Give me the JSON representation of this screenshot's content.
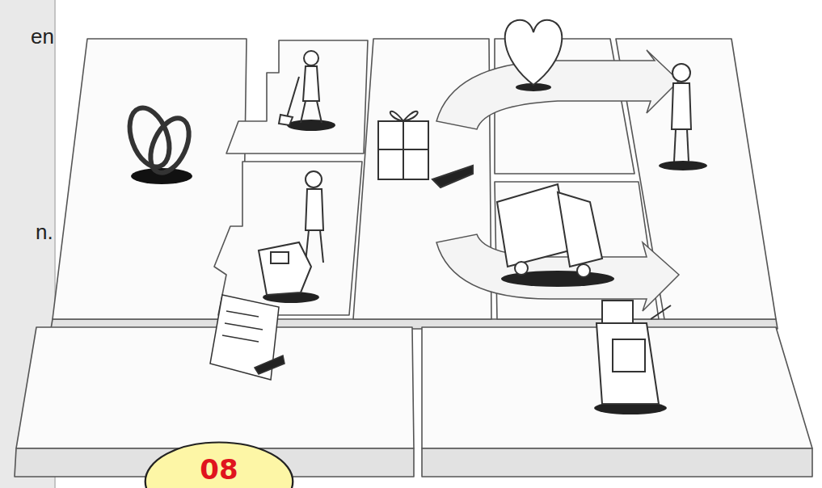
{
  "diagram": {
    "nodes": [
      {
        "text": [
          "08"
        ]
      }
    ],
    "labels": [
      "en",
      "n."
    ]
  }
}
